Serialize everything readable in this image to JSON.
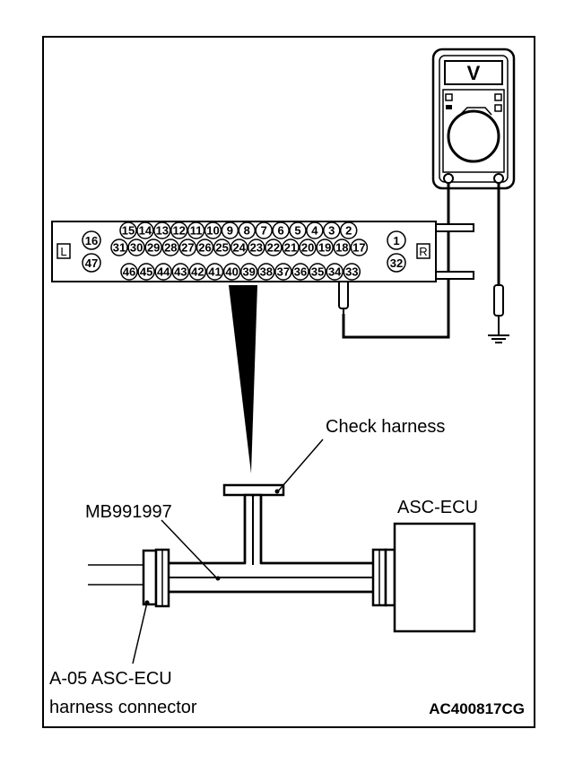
{
  "meter": {
    "mode_symbol": "V"
  },
  "connector": {
    "left_marker": "L",
    "right_marker": "R",
    "row1": [
      "15",
      "14",
      "13",
      "12",
      "11",
      "10",
      "9",
      "8",
      "7",
      "6",
      "5",
      "4",
      "3",
      "2"
    ],
    "row2": [
      "31",
      "30",
      "29",
      "28",
      "27",
      "26",
      "25",
      "24",
      "23",
      "22",
      "21",
      "20",
      "19",
      "18",
      "17"
    ],
    "row3": [
      "46",
      "45",
      "44",
      "43",
      "42",
      "41",
      "40",
      "39",
      "38",
      "37",
      "36",
      "35",
      "34",
      "33"
    ],
    "left_pins": [
      "16",
      "47"
    ],
    "right_pins": [
      "1",
      "32"
    ]
  },
  "labels": {
    "check_harness": "Check harness",
    "special_tool": "MB991997",
    "ecu": "ASC-ECU",
    "harness_connector_line1": "A-05 ASC-ECU",
    "harness_connector_line2": "harness connector",
    "figure_code": "AC400817CG"
  }
}
